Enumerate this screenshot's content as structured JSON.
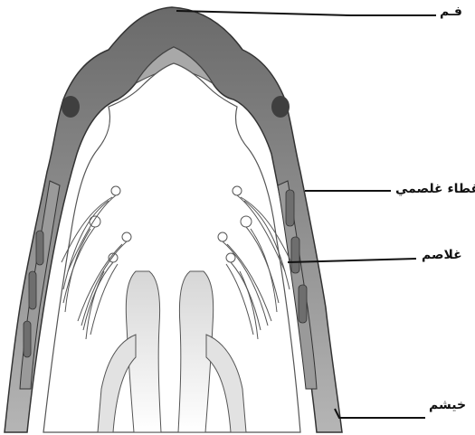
{
  "labels": {
    "mouth": "فـم",
    "gill_cover": "غطاء غلصمي",
    "gills": "غلاصم",
    "fish": "خيشم"
  },
  "colors": {
    "outline": "#333333",
    "body_shade": "#8a8a8a",
    "body_dark": "#5e5e5e",
    "inner_shade": "#c9c9c9",
    "background": "#ffffff"
  }
}
